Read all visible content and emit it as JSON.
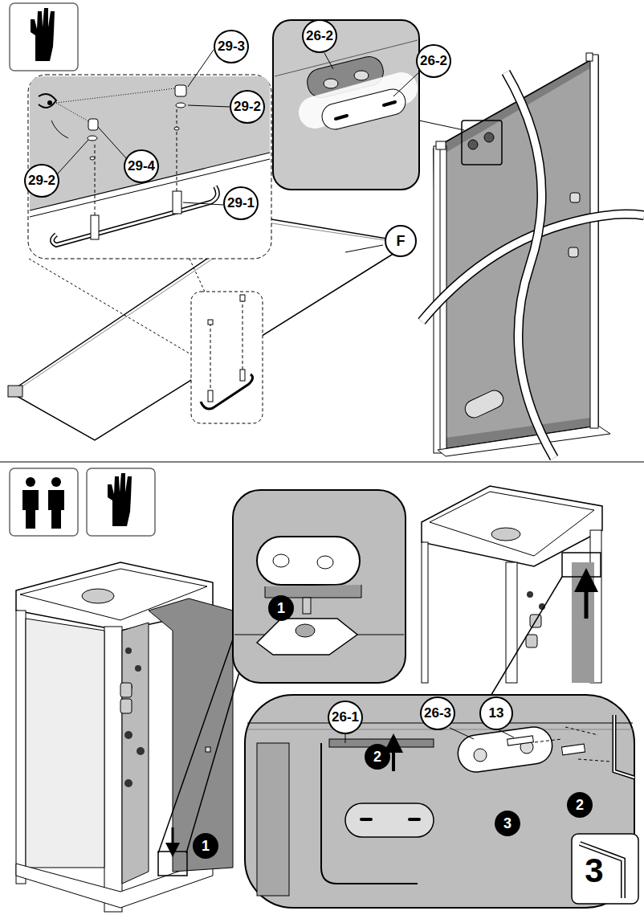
{
  "diagram": {
    "labels": [
      "29-3",
      "29-2",
      "29-2",
      "29-4",
      "29-1",
      "26-2",
      "26-2",
      "F",
      "1",
      "1",
      "2",
      "26-1",
      "2",
      "26-3",
      "13",
      "3",
      "3"
    ]
  }
}
